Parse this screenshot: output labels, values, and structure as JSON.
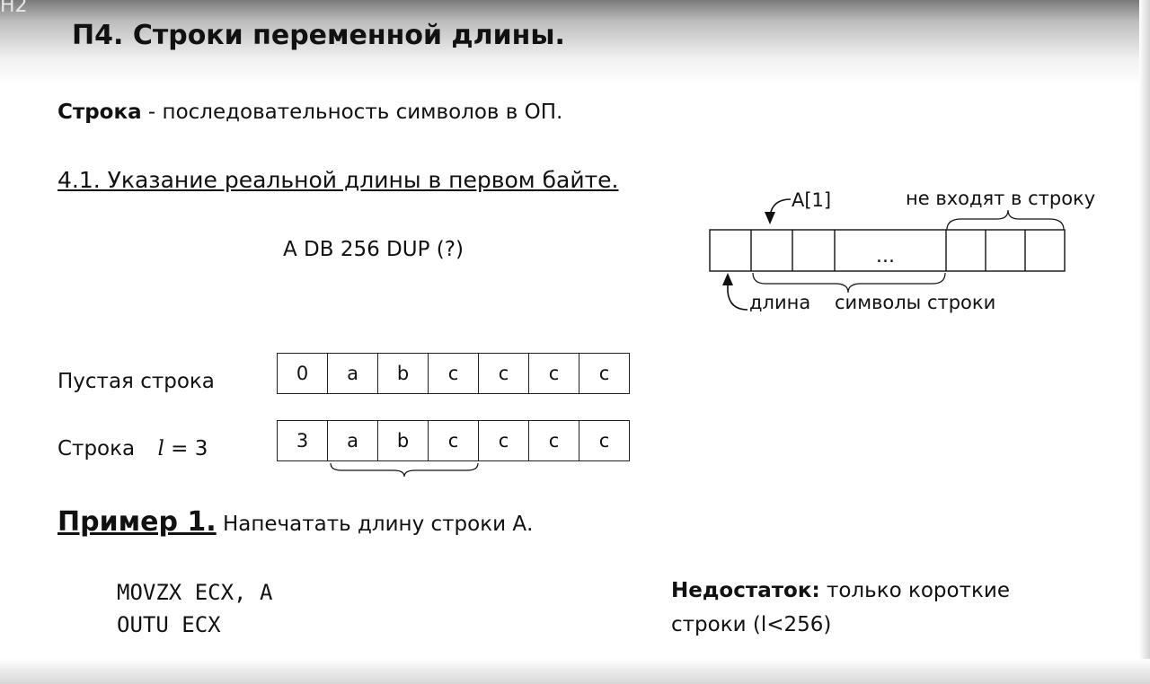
{
  "corner_label": "H2",
  "title": "П4. Строки переменной длины.",
  "definition": {
    "term": "Строка",
    "text": " - последовательность символов в ОП."
  },
  "section": "4.1. Указание реальной длины в первом байте.",
  "declaration": "A DB 256 DUP (?)",
  "diagram": {
    "a1_label": "A[1]",
    "not_included_label": "не входят в строку",
    "ellipsis": "...",
    "length_label": "длина",
    "chars_label": "символы строки"
  },
  "empty_row": {
    "label": "Пустая строка",
    "cells": [
      "0",
      "a",
      "b",
      "c",
      "c",
      "c",
      "c"
    ]
  },
  "len_row": {
    "label_prefix": "Строка",
    "label_var": "l",
    "label_suffix": " = 3",
    "cells": [
      "3",
      "a",
      "b",
      "c",
      "c",
      "c",
      "c"
    ]
  },
  "example": {
    "heading": "Пример 1.",
    "text": " Напечатать длину строки А."
  },
  "code": [
    "MOVZX ECX, A",
    "OUTU ECX"
  ],
  "drawback": {
    "term": "Недостаток:",
    "text": " только короткие",
    "line2": "строки (l<256)"
  }
}
